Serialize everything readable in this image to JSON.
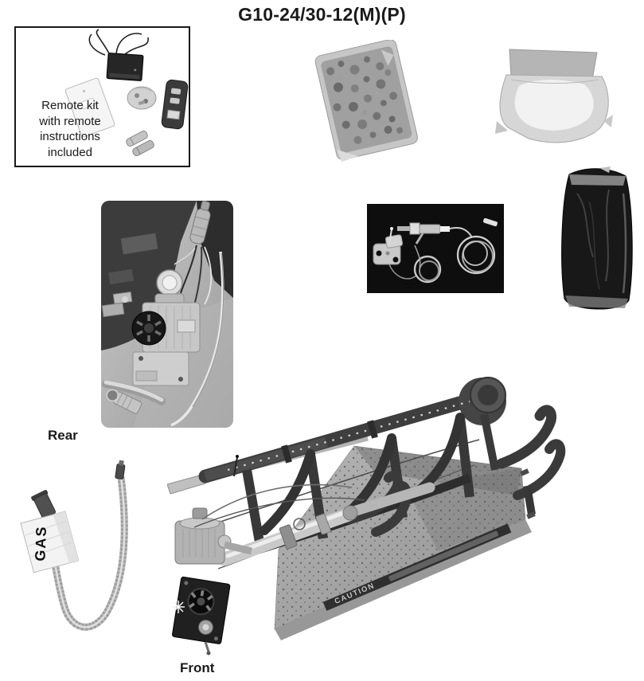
{
  "title": "G10-24/30-12(M)(P)",
  "remote_kit": {
    "caption": "Remote kit\nwith remote\ninstructions\nincluded"
  },
  "views": {
    "rear_label": "Rear",
    "front_label": "Front"
  },
  "gas_connector": {
    "tag_text": "GAS"
  },
  "burner_assembly": {
    "caution_text": "CAUTION"
  },
  "colors": {
    "page_background": "#ffffff",
    "text": "#1a1a1a",
    "photo_background": "#0e0e0e"
  }
}
